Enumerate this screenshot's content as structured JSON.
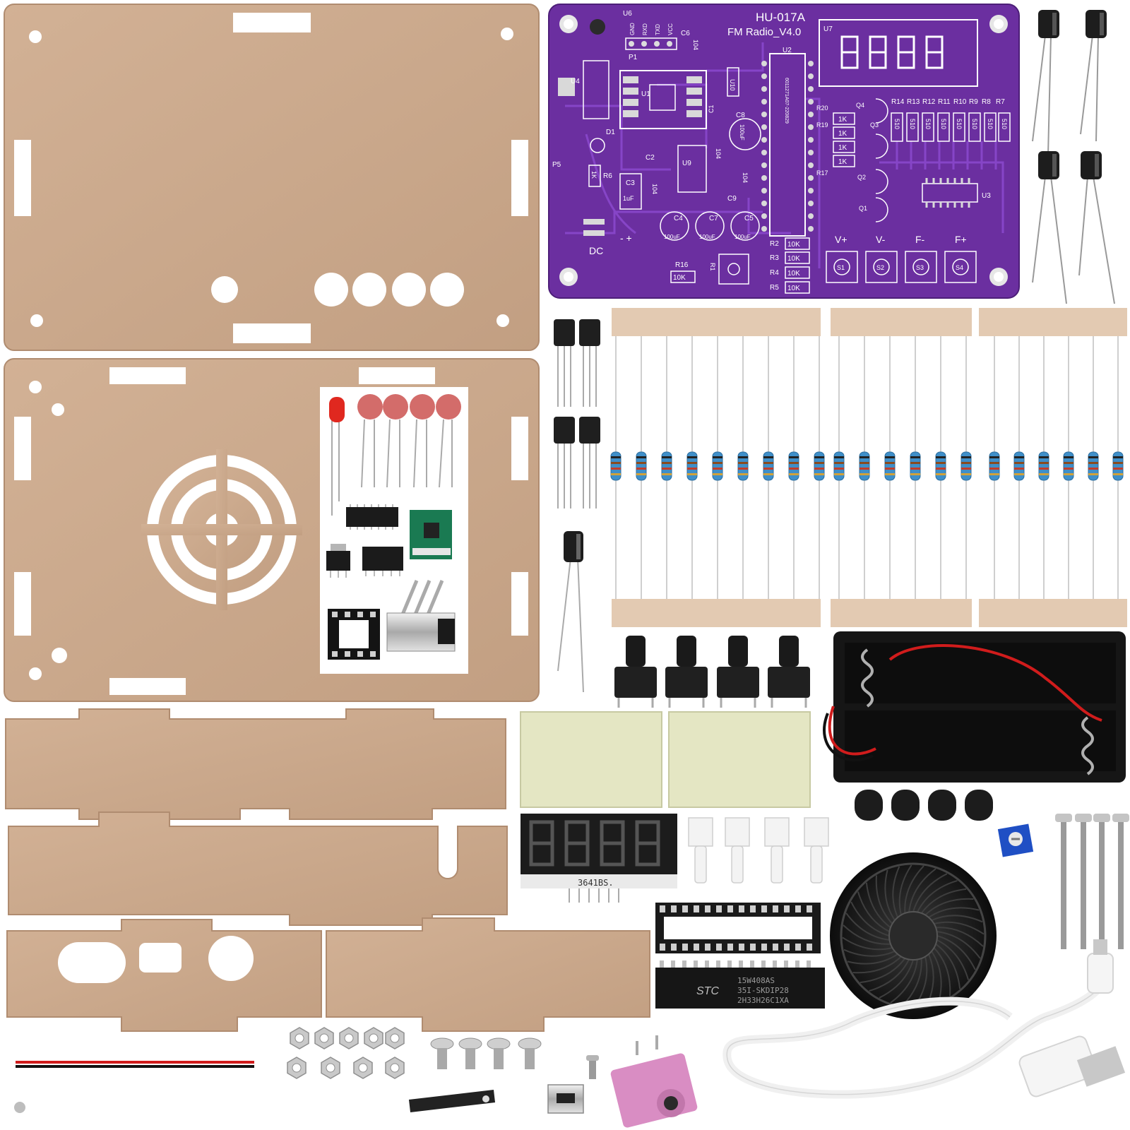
{
  "pcb": {
    "model": "HU-017A",
    "subtitle": "FM Radio_V4.0",
    "header_pins": [
      "GND",
      "RXD",
      "TXD",
      "VCC"
    ],
    "buttons": [
      "V+",
      "V-",
      "F-",
      "F+"
    ],
    "switch_labels": [
      "S1",
      "S2",
      "S3",
      "S4"
    ],
    "chip_labels": [
      "U1",
      "U2",
      "U3",
      "U4",
      "U6",
      "U7",
      "U9",
      "U10"
    ],
    "cap_labels": {
      "c8": "100uF",
      "c4": "100uF",
      "c7": "100uF",
      "c5": "100uF",
      "c3": "1uF"
    },
    "cap_designators": [
      "C1",
      "C2",
      "C3",
      "C4",
      "C5",
      "C6",
      "C7",
      "C8",
      "C9"
    ],
    "resistor_designators": [
      "R14",
      "R13",
      "R12",
      "R11",
      "R10",
      "R9",
      "R8",
      "R7"
    ],
    "resistor_value_510": "510",
    "resistor_value_1k": "1K",
    "resistor_value_10k": "10K",
    "left_resistors": [
      "R2",
      "R3",
      "R4",
      "R5"
    ],
    "misc_labels": {
      "p1": "P1",
      "p5": "P5",
      "d1": "D1",
      "r6": "R6",
      "r1": "R1",
      "r16": "R16",
      "r17": "R17",
      "r19": "R19",
      "r20": "R20",
      "q1": "Q1",
      "q2": "Q2",
      "q3": "Q3",
      "q4": "Q4",
      "dc": "DC",
      "cap104": "104",
      "polarity": "- +"
    },
    "serial": "6011271A07-220829",
    "colors": {
      "board": "#6b2fa0",
      "trace": "#7d3cbf",
      "pad": "#d9d9d9"
    }
  },
  "display": {
    "part_number": "3641BS."
  },
  "mcu": {
    "brand": "STC",
    "line1": "15W408AS",
    "line2": "35I-SKDIP28",
    "line3": "2H33H26C1XA"
  },
  "colors": {
    "acrylic": "#c9a78a",
    "acrylic_edge": "#b89478",
    "purple": "#6b2fa0",
    "resistor_blue": "#3f8fc9"
  },
  "parts_list": [
    "acrylic-top-panel",
    "acrylic-speaker-panel",
    "acrylic-side-panels",
    "electrolytic-capacitors",
    "transistors",
    "resistor-strips",
    "ceramic-capacitors",
    "red-led",
    "ic-chips",
    "fm-module",
    "slide-switch",
    "ic-socket-8",
    "tact-buttons",
    "battery-holder",
    "foam-pads",
    "button-caps",
    "nylon-standoffs",
    "potentiometer",
    "screws",
    "speaker",
    "ic-socket-28",
    "mcu-chip",
    "usb-cable",
    "nuts",
    "wire",
    "telescopic-antenna",
    "micro-usb-connector",
    "audio-jack"
  ]
}
